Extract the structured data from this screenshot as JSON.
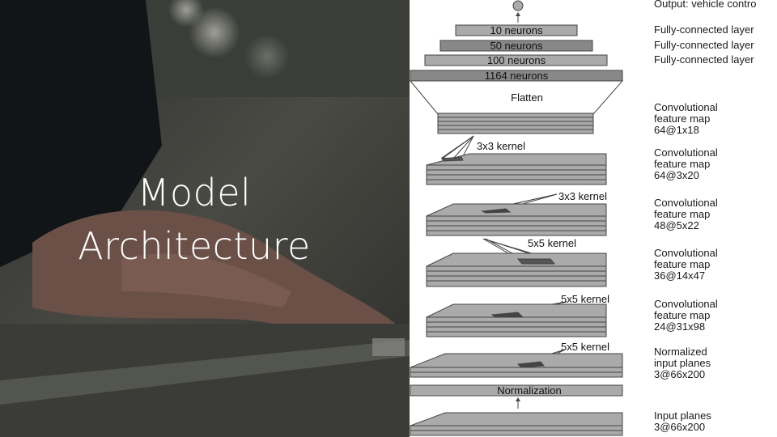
{
  "slide": {
    "title_line1": "Model",
    "title_line2": "Architecture"
  },
  "diagram": {
    "fc_layers": [
      "10 neurons",
      "50 neurons",
      "100 neurons",
      "1164 neurons"
    ],
    "flatten_label": "Flatten",
    "kernels": [
      "3x3 kernel",
      "3x3 kernel",
      "5x5 kernel",
      "5x5 kernel",
      "5x5 kernel"
    ],
    "normalization_label": "Normalization"
  },
  "labels": {
    "output": "Output: vehicle contro",
    "fc1": "Fully-connected layer",
    "fc2": "Fully-connected layer",
    "fc3": "Fully-connected layer",
    "conv5": [
      "Convolutional",
      "feature map",
      "64@1x18"
    ],
    "conv4": [
      "Convolutional",
      "feature map",
      "64@3x20"
    ],
    "conv3": [
      "Convolutional",
      "feature map",
      "48@5x22"
    ],
    "conv2": [
      "Convolutional",
      "feature map",
      "36@14x47"
    ],
    "conv1": [
      "Convolutional",
      "feature map",
      "24@31x98"
    ],
    "normalized": [
      "Normalized",
      "input planes",
      "3@66x200"
    ],
    "input": [
      "Input planes",
      "3@66x200"
    ]
  },
  "colors": {
    "layer_fill": "#aaaaaa",
    "layer_dark": "#888888",
    "outline": "#444444",
    "title_text": "#ffffff"
  }
}
